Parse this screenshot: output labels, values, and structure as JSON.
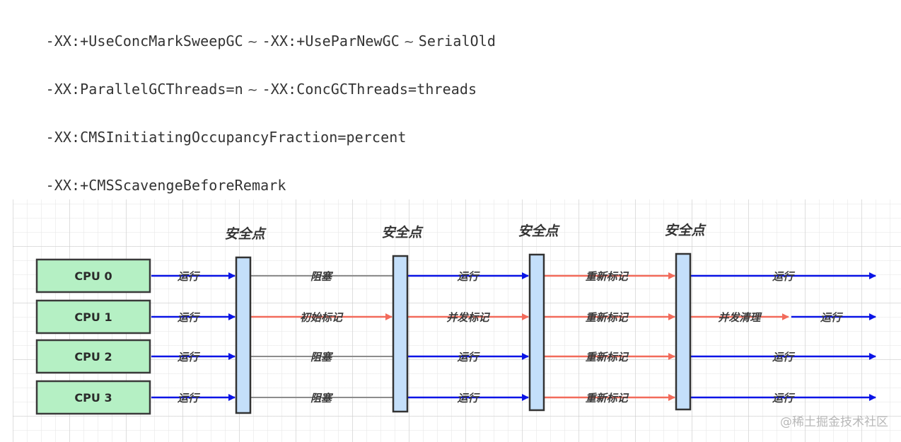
{
  "flags": [
    {
      "parts": [
        "-XX:+UseConcMarkSweepGC",
        " ~ ",
        "-XX:+UseParNewGC",
        " ~ ",
        "SerialOld"
      ]
    },
    {
      "parts": [
        "-XX:ParallelGCThreads=n",
        " ~ ",
        "-XX:ConcGCThreads=threads"
      ]
    },
    {
      "parts": [
        "-XX:CMSInitiatingOccupancyFraction=percent"
      ]
    },
    {
      "parts": [
        "-XX:+CMSScavengeBeforeRemark"
      ]
    }
  ],
  "diagram": {
    "safepoint_label": "安全点",
    "safepoint_count": 4,
    "cpus": [
      "CPU 0",
      "CPU 1",
      "CPU 2",
      "CPU 3"
    ],
    "colors": {
      "running": "#0a14e6",
      "gc": "#f26b5b",
      "blocked": "#8c8c8c",
      "cpu_fill": "#b5f0c4",
      "cpu_border": "#3a3a3a",
      "safepoint_fill": "#c4dffa",
      "safepoint_border": "#333333"
    },
    "phases": [
      {
        "name": "before-safepoint-1",
        "rows": [
          {
            "type": "running",
            "label": "运行"
          },
          {
            "type": "running",
            "label": "运行"
          },
          {
            "type": "running",
            "label": "运行"
          },
          {
            "type": "running",
            "label": "运行"
          }
        ]
      },
      {
        "name": "initial-mark",
        "rows": [
          {
            "type": "blocked",
            "label": "阻塞"
          },
          {
            "type": "gc",
            "label": "初始标记"
          },
          {
            "type": "blocked",
            "label": "阻塞"
          },
          {
            "type": "blocked",
            "label": "阻塞"
          }
        ]
      },
      {
        "name": "concurrent-mark",
        "rows": [
          {
            "type": "running",
            "label": "运行"
          },
          {
            "type": "gc",
            "label": "并发标记"
          },
          {
            "type": "running",
            "label": "运行"
          },
          {
            "type": "running",
            "label": "运行"
          }
        ]
      },
      {
        "name": "remark",
        "rows": [
          {
            "type": "gc",
            "label": "重新标记"
          },
          {
            "type": "gc",
            "label": "重新标记"
          },
          {
            "type": "gc",
            "label": "重新标记"
          },
          {
            "type": "gc",
            "label": "重新标记"
          }
        ]
      },
      {
        "name": "concurrent-sweep",
        "rows": [
          {
            "type": "running",
            "label": "运行"
          },
          {
            "type": "split",
            "first": {
              "type": "gc",
              "label": "并发清理"
            },
            "second": {
              "type": "running",
              "label": "运行"
            }
          },
          {
            "type": "running",
            "label": "运行"
          },
          {
            "type": "running",
            "label": "运行"
          }
        ]
      }
    ]
  },
  "watermark": "@稀土掘金技术社区"
}
